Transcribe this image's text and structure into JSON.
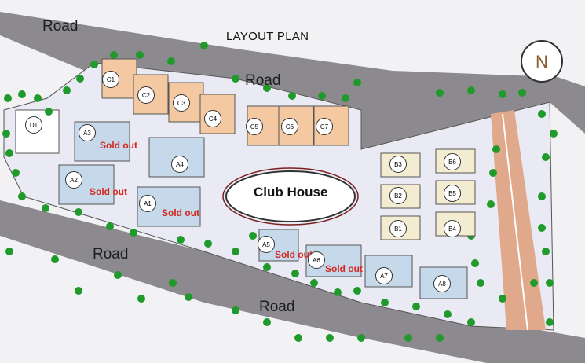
{
  "title": "LAYOUT PLAN",
  "roads": [
    "Road",
    "Road",
    "Road",
    "Road"
  ],
  "club_house": "Club House",
  "compass": "N",
  "sold_out": "Sold out",
  "blocks": {
    "C": [
      "C1",
      "C2",
      "C3",
      "C4",
      "C5",
      "C6",
      "C7"
    ],
    "A": [
      "A1",
      "A2",
      "A3",
      "A4",
      "A5",
      "A6",
      "A7",
      "A8"
    ],
    "B": [
      "B1",
      "B2",
      "B3",
      "B4",
      "B5",
      "B6"
    ],
    "D": [
      "D1"
    ]
  },
  "sold_out_blocks": [
    "A1",
    "A2",
    "A3",
    "A5",
    "A6"
  ],
  "colors": {
    "road": "#8c8a8f",
    "site": "#eaeaf4",
    "c_blocks": "#f4c9a2",
    "a_blocks": "#c6d9ea",
    "b_blocks": "#f3ecd0",
    "trees": "#1f9a2b",
    "sold_out_text": "#d4261e",
    "strip": "#e1a98c"
  }
}
